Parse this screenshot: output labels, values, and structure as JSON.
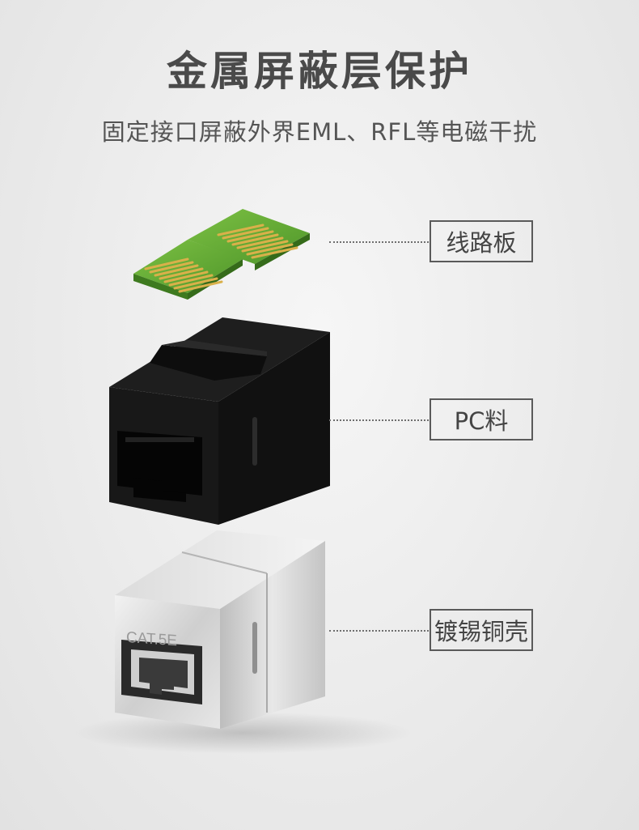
{
  "title": "金属屏蔽层保护",
  "subtitle": "固定接口屏蔽外界EML、RFL等电磁干扰",
  "labels": {
    "pcb": "线路板",
    "pc": "PC料",
    "shell": "镀锡铜壳"
  },
  "shell_marking": "CAT.5E",
  "colors": {
    "pcb_green": "#5aa02c",
    "contact_gold": "#d4a843",
    "plastic_black": "#151515",
    "metal_silver": "#d8d8d8"
  }
}
